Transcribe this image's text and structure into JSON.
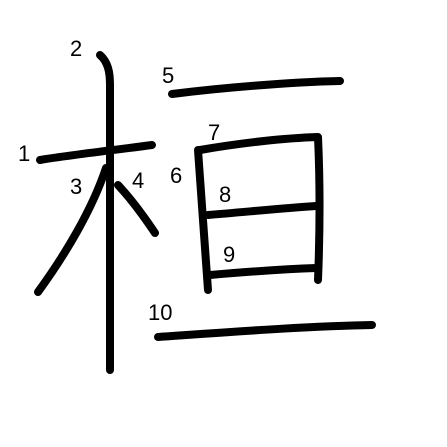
{
  "diagram": {
    "character": "桓",
    "stroke_count": 10,
    "stroke_color": "#000000",
    "background_color": "#ffffff",
    "strokes": [
      {
        "order": 1,
        "label": "1"
      },
      {
        "order": 2,
        "label": "2"
      },
      {
        "order": 3,
        "label": "3"
      },
      {
        "order": 4,
        "label": "4"
      },
      {
        "order": 5,
        "label": "5"
      },
      {
        "order": 6,
        "label": "6"
      },
      {
        "order": 7,
        "label": "7"
      },
      {
        "order": 8,
        "label": "8"
      },
      {
        "order": 9,
        "label": "9"
      },
      {
        "order": 10,
        "label": "10"
      }
    ]
  }
}
